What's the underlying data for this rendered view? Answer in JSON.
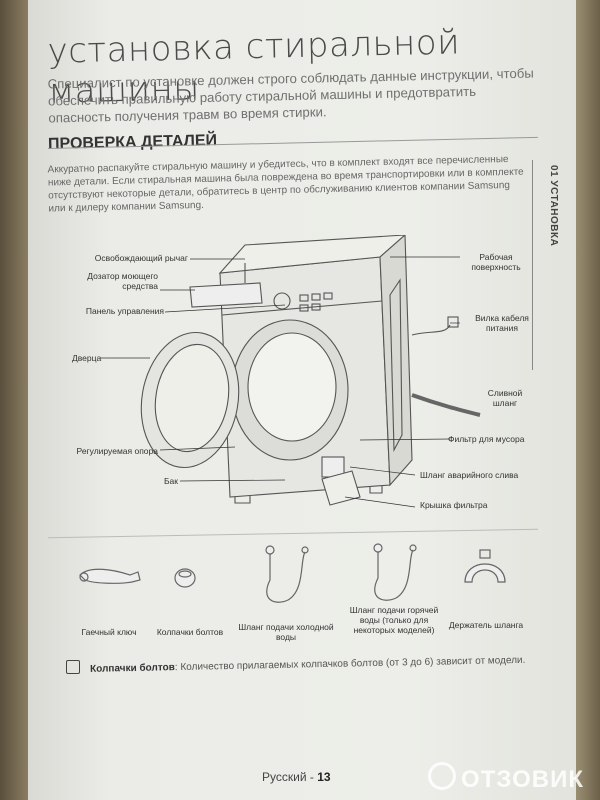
{
  "header": {
    "title": "установка стиральной машины",
    "intro": "Специалист по установке должен строго соблюдать данные инструкции, чтобы обеспечить правильную работу стиральной машины и предотвратить опасность получения травм во время стирки."
  },
  "section": {
    "title": "ПРОВЕРКА ДЕТАЛЕЙ",
    "text": "Аккуратно распакуйте стиральную машину и убедитесь, что в комплект входят все перечисленные ниже детали. Если стиральная машина была повреждена во время транспортировки или в комплекте отсутствуют некоторые детали, обратитесь в центр по обслуживанию клиентов компании Samsung или к дилеру компании Samsung."
  },
  "side_tab": "01 УСТАНОВКА",
  "diagram_labels": {
    "release_lever": "Освобождающий рычаг",
    "detergent_dispenser": "Дозатор моющего средства",
    "control_panel": "Панель управления",
    "door": "Дверца",
    "adjustable_foot": "Регулируемая опора",
    "tub": "Бак",
    "worktop": "Рабочая поверхность",
    "power_plug": "Вилка кабеля питания",
    "drain_hose": "Сливной шланг",
    "debris_filter": "Фильтр для мусора",
    "emergency_drain": "Шланг аварийного слива",
    "filter_cover": "Крышка фильтра"
  },
  "accessories": [
    "Гаечный ключ",
    "Колпачки болтов",
    "Шланг подачи холодной воды",
    "Шланг подачи горячей воды (только для некоторых моделей)",
    "Держатель шланга"
  ],
  "note": {
    "term": "Колпачки болтов",
    "text": ": Количество прилагаемых колпачков болтов (от 3 до 6) зависит от модели."
  },
  "footer": {
    "language": "Русский - ",
    "page": "13"
  },
  "watermark": "ОТЗОВИК"
}
